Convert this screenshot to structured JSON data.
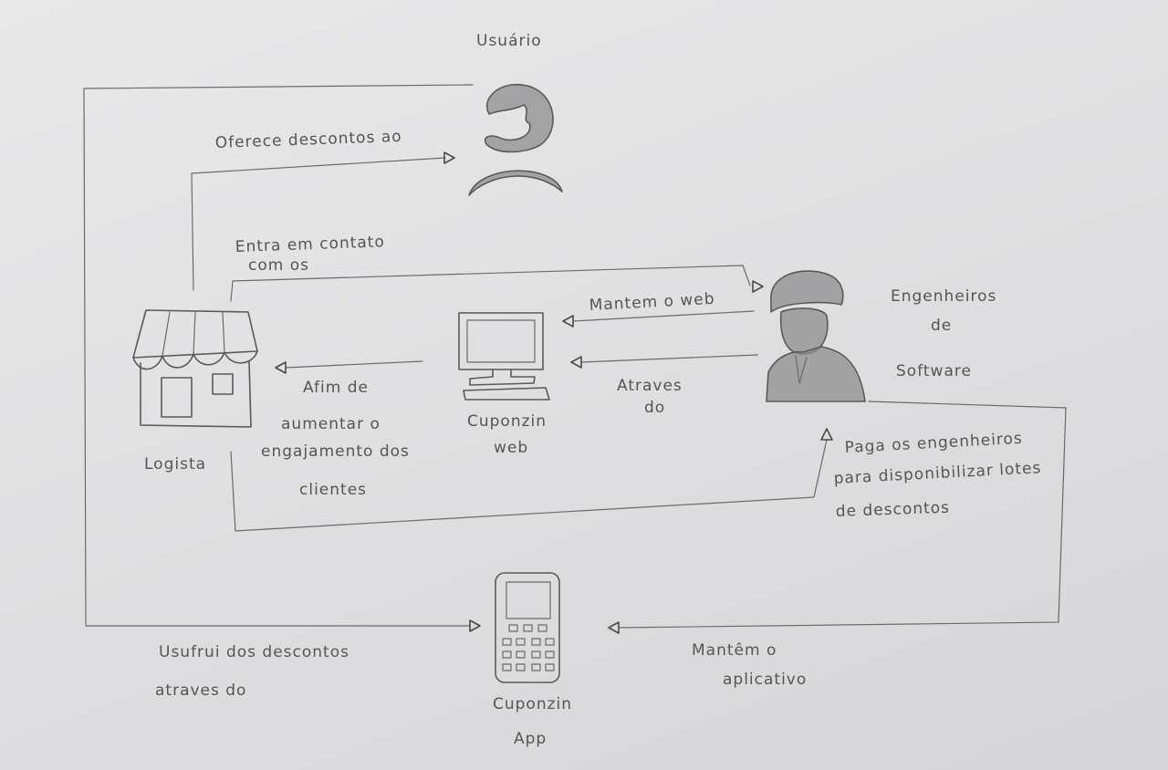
{
  "nodes": {
    "usuario": "Usuário",
    "logista": "Logista",
    "cuponzin_web": [
      "Cuponzin",
      "web"
    ],
    "engenheiros": [
      "Engenheiros",
      "de",
      "Software"
    ],
    "cuponzin_app": [
      "Cuponzin",
      "App"
    ]
  },
  "edges": {
    "oferece": "Oferece descontos ao",
    "entra_contato": [
      "Entra em contato",
      "com os"
    ],
    "mantem_web": "Mantem o web",
    "atraves_do_1": [
      "Atraves",
      "do"
    ],
    "afim_de": [
      "Afim de",
      "aumentar o",
      "engajamento dos",
      "clientes"
    ],
    "paga": [
      "Paga os engenheiros",
      "para disponibilizar lotes",
      "de descontos"
    ],
    "usufrui": [
      "Usufrui dos descontos",
      "atraves do"
    ],
    "mantem_app": [
      "Mantêm o",
      "aplicativo"
    ]
  }
}
